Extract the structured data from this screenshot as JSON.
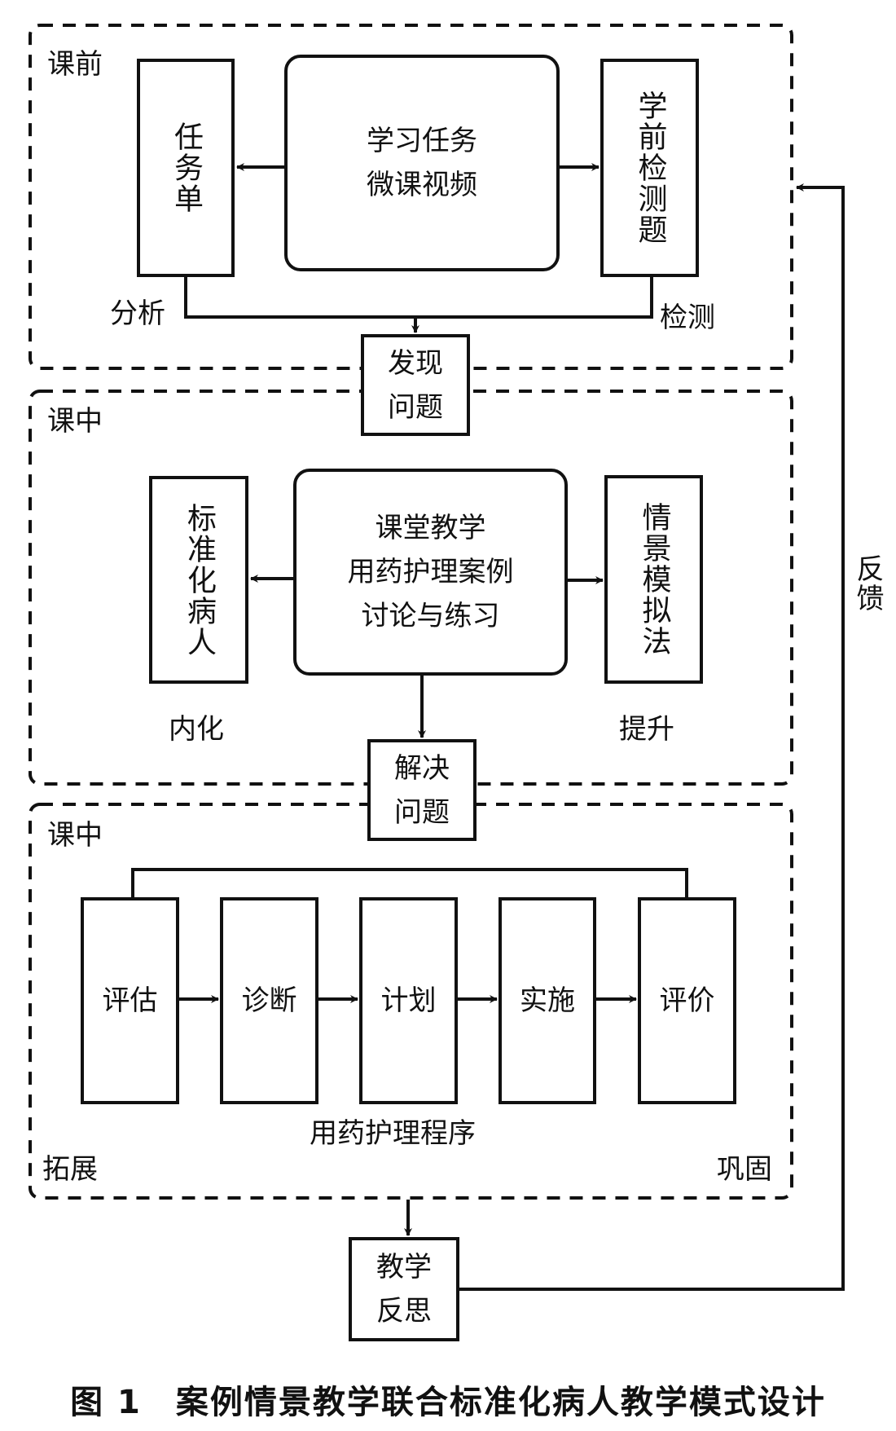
{
  "sections": [
    {
      "label": "课前"
    },
    {
      "label": "课中"
    },
    {
      "label": "课中"
    }
  ],
  "pre_class": {
    "left_box": "任务单",
    "center_box": "学习任务\n微课视频",
    "right_box": "学前检测题",
    "left_label": "分析",
    "right_label": "检测",
    "outcome_box": "发现\n问题"
  },
  "in_class": {
    "left_box": "标准化病人",
    "center_box": "课堂教学\n用药护理案例\n讨论与练习",
    "right_box": "情景模拟法",
    "left_label": "内化",
    "right_label": "提升",
    "outcome_box": "解决\n问题"
  },
  "process": {
    "steps": [
      "评估",
      "诊断",
      "计划",
      "实施",
      "评价"
    ],
    "title": "用药护理程序",
    "left_label": "拓展",
    "right_label": "巩固",
    "outcome_box": "教学\n反思"
  },
  "feedback_label": "反馈",
  "caption": "图 1　案例情景教学联合标准化病人教学模式设计"
}
